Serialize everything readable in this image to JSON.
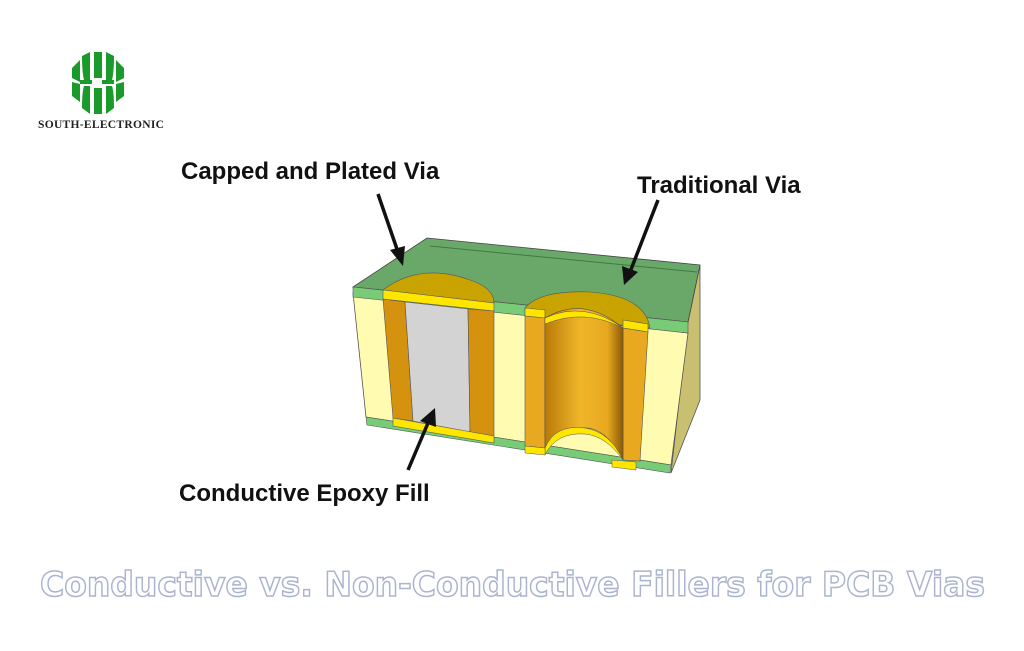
{
  "logo": {
    "company_name": "SOUTH-ELECTRONIC",
    "brand_color": "#1a9a2a"
  },
  "labels": {
    "capped_via": "Capped and Plated Via",
    "traditional_via": "Traditional Via",
    "epoxy_fill": "Conductive Epoxy Fill"
  },
  "title": "Conductive vs. Non-Conductive Fillers for PCB Vias",
  "colors": {
    "solder_mask": "#6aa86a",
    "dielectric": "#fffbb0",
    "copper": "#d4920f",
    "plating": "#ffe600",
    "epoxy": "#d3d3d3",
    "title_outline": "#aab4d0"
  }
}
